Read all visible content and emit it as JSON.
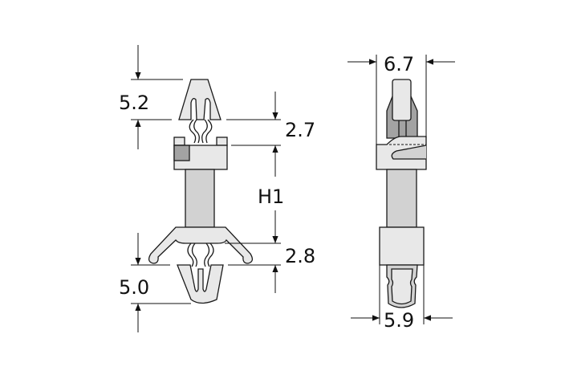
{
  "side_view": {
    "dimensions": {
      "top_head_height": "5.2",
      "upper_gap": "2.7",
      "height_label": "H1",
      "lower_gap": "2.8",
      "bottom_tip_height": "5.0"
    }
  },
  "front_view": {
    "dimensions": {
      "top_width": "6.7",
      "bottom_width": "5.9"
    }
  },
  "colors": {
    "light_part": "#e8e8e8",
    "shaft": "#d2d2d2",
    "dark_insert": "#a3a3a3",
    "outline": "#1a1a1a"
  }
}
